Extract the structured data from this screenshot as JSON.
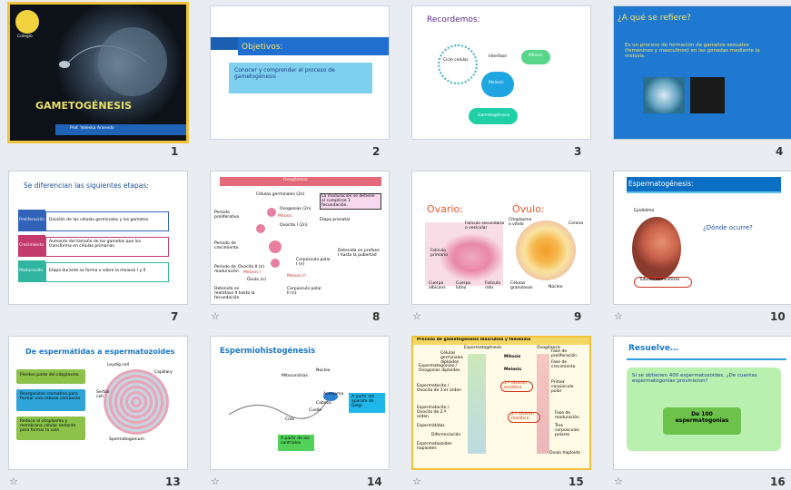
{
  "slides": [
    {
      "n": "1",
      "title": "GAMETOGÉNESIS",
      "author": "Prof. Valeska Aranedo",
      "logo": "Colegio"
    },
    {
      "n": "2",
      "title": "Objetivos:",
      "bullet": "Conocer y comprender el proceso de gametogénesis"
    },
    {
      "n": "3",
      "title": "Recordemos:",
      "l1": "Ciclo celular",
      "l2": "Interfase",
      "l3": "Mitosis",
      "l4": "Meiosis",
      "l5": "Gametogénesis"
    },
    {
      "n": "4",
      "title": "¿A qué se refiere?",
      "bullet": "Es un proceso de formación de gametos sexuales (femeninos y masculinos) en las gónadas mediante la meiosis."
    },
    {
      "n": "7",
      "title": "Se diferencian las siguientes etapas:",
      "p1": "Proliferación",
      "p2": "Crecimiento",
      "p3": "Maduración",
      "d1": "División de las células germinales y los gametos.",
      "d2": "Aumento del tamaño de los gametos que los transforma en células primarias.",
      "d3": "Etapa durante se forma o sobre la meiosis I y II"
    },
    {
      "n": "8",
      "title": "Ovogénesis:",
      "a": "Células germinales (2n)",
      "b": "Ovogonias (2n)",
      "c": "Ovocito I (2n)",
      "d": "Ovocito II (n)",
      "e": "Óvulo (n)",
      "f": "Corpúsculo polar I (n)",
      "g": "Corpúsculo polar II (n)",
      "h": "Periodo proliferativo",
      "i": "Periodo de crecimiento",
      "j": "Periodo de maduración",
      "k": "La maduración se detiene al cumplirse 1 fecundación.",
      "l": "Etapa prenatal",
      "m": "Detenida en profase I hasta la pubertad",
      "nn": "Detenida en metafase II hasta la fecundación",
      "o": "Mitosis",
      "p": "Meiosis I",
      "q": "Meiosis II"
    },
    {
      "n": "9",
      "ov": "Ovario:",
      "ovu": "Óvulo:",
      "a": "Folículo secundario o vesicular",
      "b": "Folículo primario",
      "c": "Cuerpo albicans",
      "d": "Cuerpo lúteo",
      "e": "Folículo roto",
      "f": "Citoplasma o vitelo",
      "g": "Corona",
      "h": "Células granulosas",
      "i": "Núcleo"
    },
    {
      "n": "10",
      "title": "Espermatogénesis:",
      "q": "¿Dónde ocurre?",
      "a": "Epidídimo",
      "b": "Túbulos seminíferos"
    },
    {
      "n": "13",
      "title": "De espermátidas a espermatozoides",
      "a": "Pierden parte del citoplasma",
      "b": "Reorganizan cromatina para formar una cabeza compacta",
      "c": "Reduce el citoplasma y membrana celular restante para formar la cola",
      "d": "Leydig cell",
      "e": "Capillary",
      "f": "Sertoli cell",
      "g": "Spermatogonium"
    },
    {
      "n": "14",
      "title": "Espermiohistogénesis",
      "a": "Mitocondrias",
      "b": "Núcleo",
      "c": "Acrosoma",
      "d": "Cabeza",
      "e": "Cuello",
      "f": "Cola",
      "g": "A partir del aparato de Golgi",
      "h": "A partir de los centriolos"
    },
    {
      "n": "15",
      "title": "Proceso de gametogénesis masculina y femenina",
      "a": "Espermatogénesis",
      "b": "Ovogénesis",
      "c": "Células germinales diploides",
      "d": "Espermatogonias / Ovogonias diploides",
      "e": "Espermatocito / Ovocito de 1.er orden",
      "f": "Espermatocito / Ovocito de 2.º orden",
      "g": "Espermátidas",
      "h": "Diferenciación",
      "i": "Espermatozoides haploides",
      "j": "Fase de proliferación",
      "k": "Fase de crecimiento",
      "l": "Primer corpúsculo polar",
      "m": "Fase de maduración",
      "n2": "Tres corpúsculos polares",
      "o": "Óvulo haploide",
      "p": "Mitosis",
      "q": "Meiosis",
      "r": "1.ª división meiótica",
      "s": "2.ª división meiótica"
    },
    {
      "n": "16",
      "title": "Resuelve…",
      "q": "Si se obtienen 400 espermatozoides, ¿De cuantas espermatogonias provinieron?",
      "a": "De 100 espermatogonias"
    }
  ],
  "icons": {
    "star": "☆"
  }
}
